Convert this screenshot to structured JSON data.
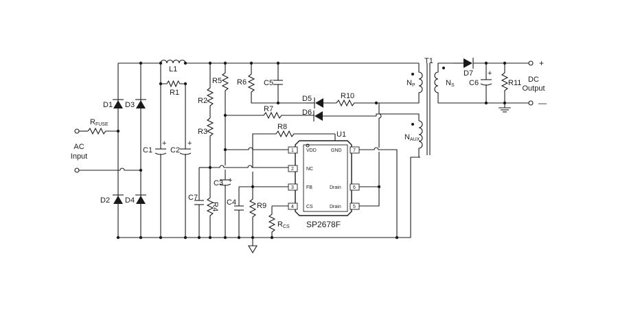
{
  "input": {
    "line1": "AC",
    "line2": "Input"
  },
  "output": {
    "line1": "DC",
    "line2": "Output",
    "plus": "+",
    "minus": "—"
  },
  "components": {
    "rfuse": {
      "main": "R",
      "sub": "FUSE"
    },
    "d1": "D1",
    "d2": "D2",
    "d3": "D3",
    "d4": "D4",
    "l1": "L1",
    "r1": "R1",
    "c1": "C1",
    "c2": "C2",
    "r2": "R2",
    "r3": "R3",
    "r4": "R4",
    "r5": "R5",
    "r6": "R6",
    "c5": "C5",
    "d5": "D5",
    "r10": "R10",
    "r7": "R7",
    "d6": "D6",
    "r8": "R8",
    "c7": "C7",
    "c3": "C3",
    "c4": "C4",
    "r9": "R9",
    "rcs": {
      "main": "R",
      "sub": "CS"
    },
    "t1": "T1",
    "d7": "D7",
    "c6": "C6",
    "r11": "R11",
    "np": {
      "main": "N",
      "sub": "P"
    },
    "ns": {
      "main": "N",
      "sub": "S"
    },
    "naux": {
      "main": "N",
      "sub": "AUX"
    },
    "cap_plus": "+"
  },
  "ic": {
    "ref": "U1",
    "part": "SP2678F",
    "pins": [
      {
        "num": "1",
        "name": "VDD"
      },
      {
        "num": "2",
        "name": "NC"
      },
      {
        "num": "3",
        "name": "FB"
      },
      {
        "num": "4",
        "name": "CS"
      },
      {
        "num": "7",
        "name": "GND"
      },
      {
        "num": "6",
        "name": "Drain"
      },
      {
        "num": "5",
        "name": "Drain"
      }
    ]
  }
}
